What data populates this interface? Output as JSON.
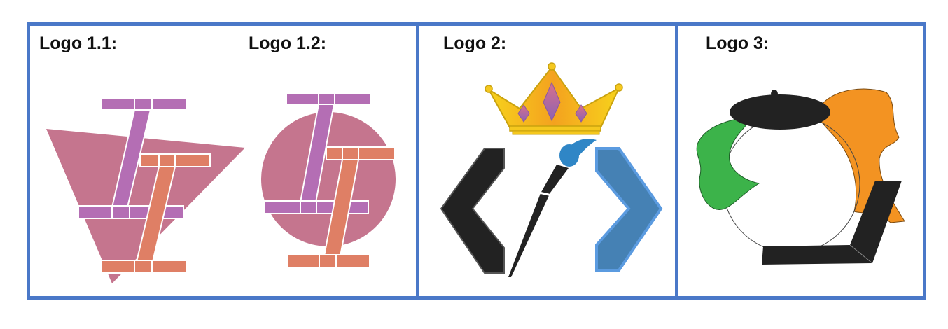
{
  "panels": [
    {
      "labels": [
        "Logo 1.1:",
        "Logo 1.2:"
      ]
    },
    {
      "labels": [
        "Logo 2:"
      ]
    },
    {
      "labels": [
        "Logo 3:"
      ]
    }
  ],
  "colors": {
    "border": "#4a78c8",
    "purple": "#b46eb4",
    "salmon": "#df7f65",
    "mauve": "#c5758e",
    "gold": "#f5c81e",
    "dark": "#222222",
    "blue": "#4581b4",
    "green": "#3cb34a",
    "orange": "#f39322"
  },
  "icons": [
    "triangle-ii-logo",
    "circle-ii-logo",
    "crown-icon",
    "left-chevron-icon",
    "paintbrush-icon",
    "right-chevron-icon",
    "beret-icon",
    "palette-laptop-logo"
  ]
}
